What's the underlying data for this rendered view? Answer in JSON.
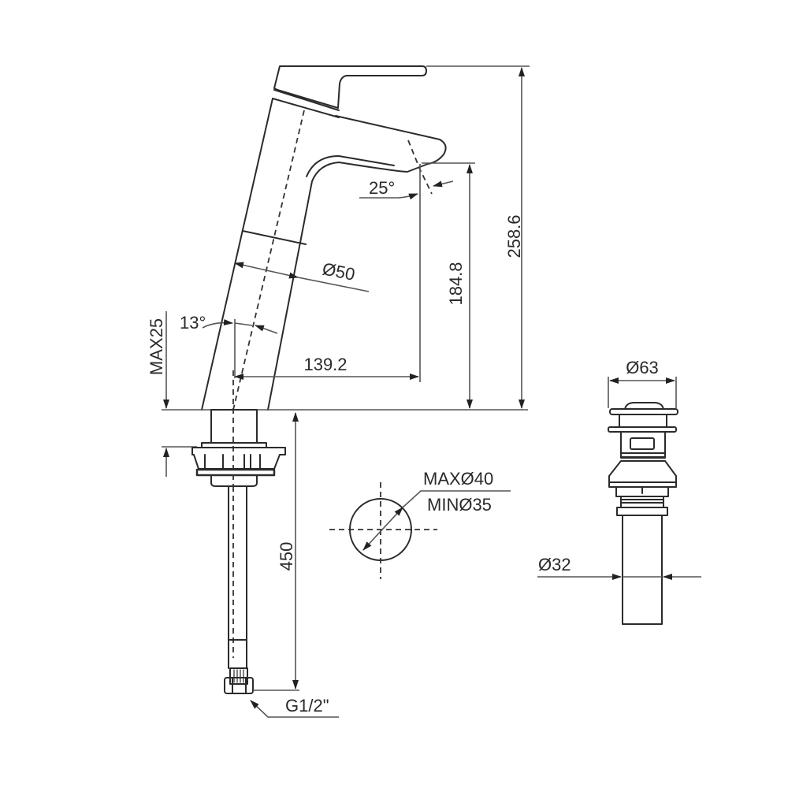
{
  "drawing": {
    "title": "Basin mixer technical drawing",
    "colors": {
      "line": "#2b2b2b",
      "dimension": "#555555",
      "background": "#ffffff"
    },
    "faucet": {
      "dimensions": {
        "total_height": "258.6",
        "spout_height": "184.8",
        "spout_reach": "139.2",
        "body_diameter": "Ø50",
        "spout_angle": "25°",
        "body_tilt": "13°",
        "deck_thickness": "MAX25",
        "hose_length": "450",
        "hose_connection": "G1/2\""
      }
    },
    "hole": {
      "max_label": "MAXØ40",
      "min_label": "MINØ35"
    },
    "waste": {
      "head_diameter": "Ø63",
      "tube_diameter": "Ø32"
    }
  }
}
